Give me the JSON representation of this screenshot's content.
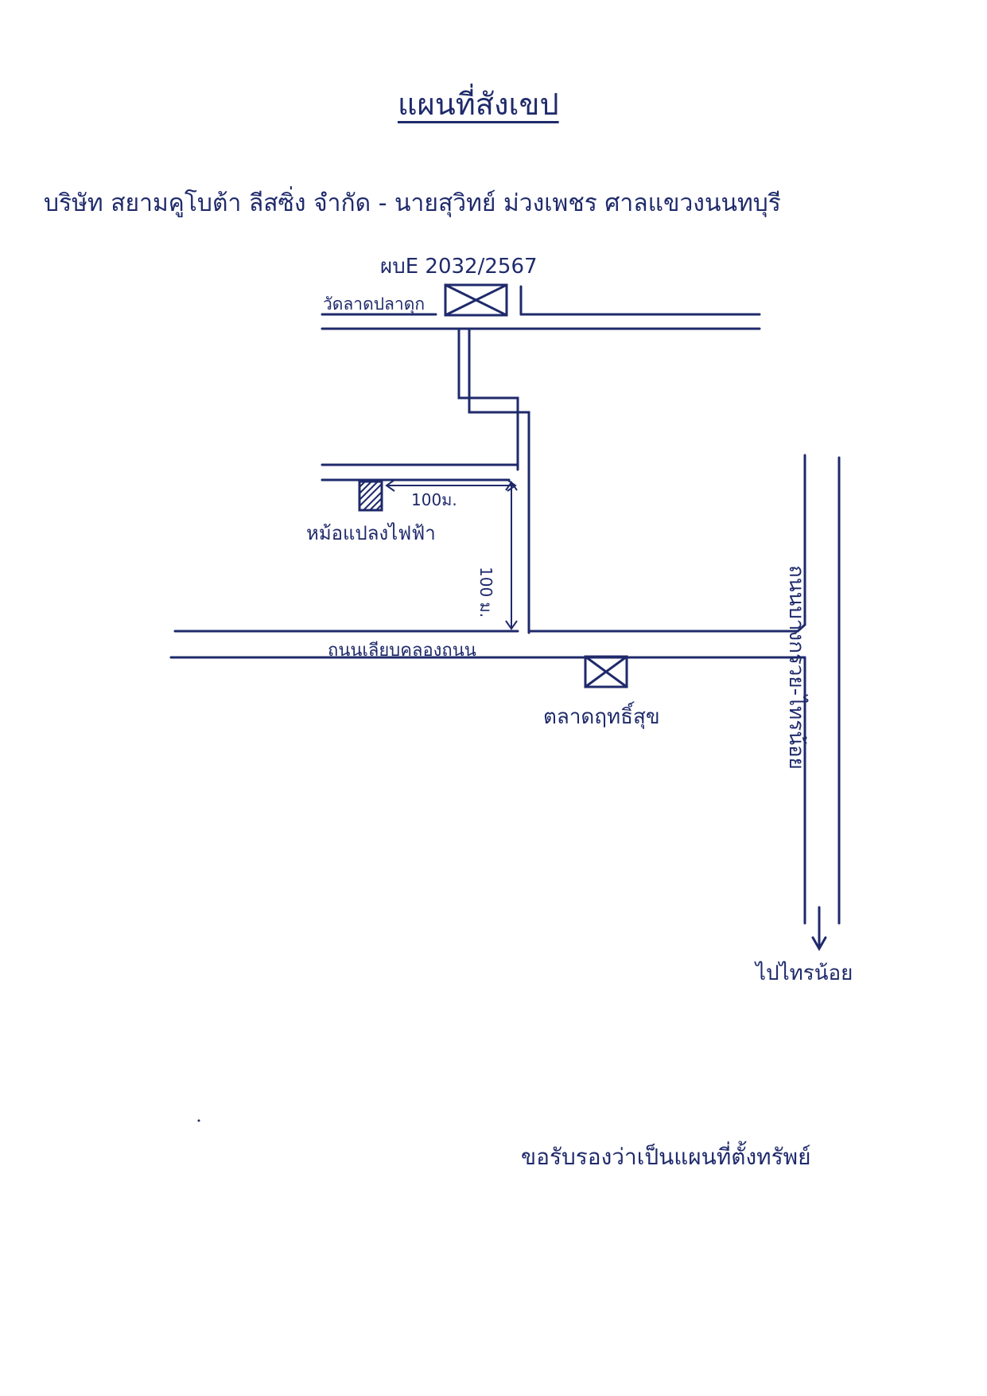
{
  "title": "แผนที่สังเขป",
  "subtitle": "บริษัท สยามคูโบต้า ลีสซิ่ง จำกัด - นายสุวิทย์ ม่วงเพชร ศาลแขวงนนทบุรี",
  "case_number": "ผบE 2032/2567",
  "landmarks": {
    "temple": "วัดลาดปลาดุก",
    "transformer": "หม้อแปลงไฟฟ้า",
    "market": "ตลาดฤทธิ์สุข"
  },
  "roads": {
    "main": "ถนนเลียบคลองถนน",
    "side": "ถนนบางกรวย-ไทรน้อย",
    "direction": "ไปไทรน้อย"
  },
  "distances": {
    "horizontal": "100ม.",
    "vertical": "100 ม."
  },
  "certification": "ขอรับรองว่าเป็นแผนที่ตั้งทรัพย์",
  "colors": {
    "ink": "#1f2a6b",
    "paper": "#ffffff"
  },
  "icons": [
    "crossed-box-icon",
    "hatched-box-icon",
    "arrow-down-icon"
  ]
}
